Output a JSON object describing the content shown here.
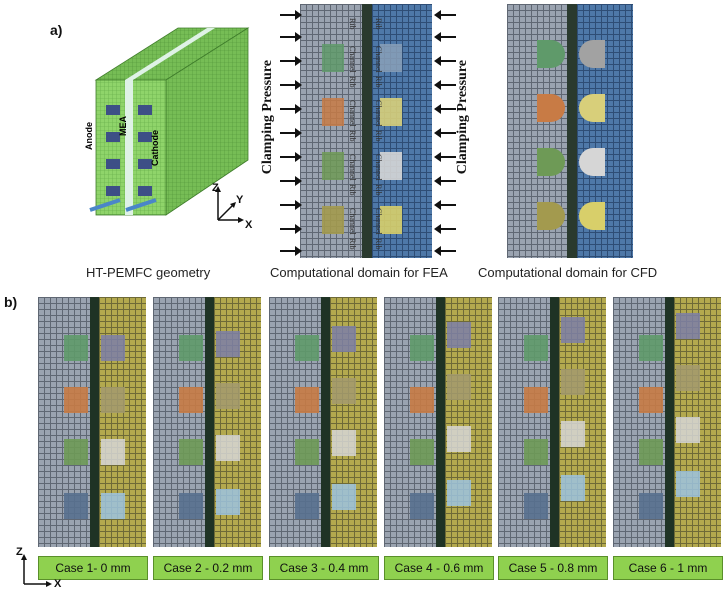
{
  "panel_a": {
    "label": "a)",
    "geometry": {
      "caption": "HT-PEMFC geometry",
      "labels": {
        "anode": "Anode",
        "mea": "MEA",
        "cathode": "Cathode"
      },
      "axes": {
        "z": "Z",
        "y": "Y",
        "x": "X"
      }
    },
    "fea": {
      "caption": "Computational domain for FEA",
      "pressure_left": "Clamping Pressure",
      "pressure_right": "Clamping Pressure",
      "left_labels": [
        "Rib",
        "Channel",
        "Rib",
        "Channel",
        "Rib",
        "Channel",
        "Rib",
        "Channel",
        "Rib"
      ],
      "right_labels": [
        "Rib",
        "Channel",
        "Rib",
        "Channel",
        "Rib",
        "Channel",
        "Rib",
        "Channel",
        "Rib"
      ]
    },
    "cfd": {
      "caption": "Computational domain for CFD"
    }
  },
  "panel_b": {
    "label": "b)",
    "cases": [
      {
        "label": "Case 1- 0 mm",
        "shift": 0
      },
      {
        "label": "Case 2 - 0.2 mm",
        "shift": 0.2
      },
      {
        "label": "Case 3 - 0.4 mm",
        "shift": 0.4
      },
      {
        "label": "Case 4 - 0.6 mm",
        "shift": 0.6
      },
      {
        "label": "Case 5 - 0.8 mm",
        "shift": 0.8
      },
      {
        "label": "Case 6 - 1 mm",
        "shift": 1
      }
    ],
    "axes": {
      "z": "Z",
      "x": "X"
    }
  },
  "colors": {
    "mesh_grey": "#9aa3b0",
    "mesh_yellow": "#b3a94e",
    "mesh_blue": "#4e78a8",
    "geometry_green": "#8fd46a",
    "case_box": "#8fd14f",
    "channel_green": "#5f9a6a",
    "channel_orange": "#c87b45",
    "channel_olive": "#6e9a56",
    "channel_steel": "#58708f",
    "channel_purple": "#7d7fa8",
    "channel_tan": "#a39a6e",
    "channel_lightblue": "#9cc3e0"
  }
}
